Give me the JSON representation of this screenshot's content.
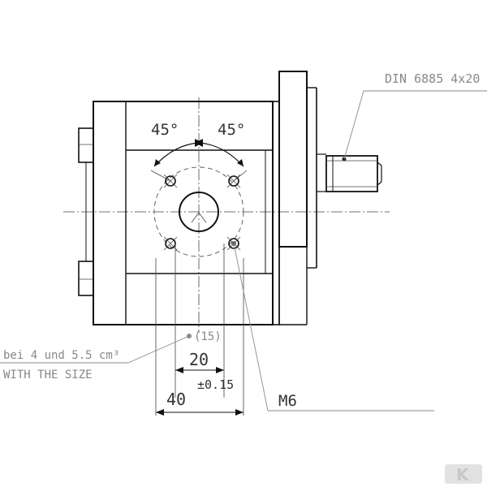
{
  "labels": {
    "angle_left": "45°",
    "angle_right": "45°",
    "key_spec": "DIN 6885 4x20",
    "size_note_line1": "bei 4 und 5.5 cm³",
    "size_note_line2": "WITH THE SIZE",
    "size_ref": "(15)",
    "dim_20": "20",
    "dim_tolerance": "±0.15",
    "dim_40": "40",
    "thread": "M6"
  },
  "logo": {
    "letter": "K"
  },
  "colors": {
    "line": "#111111",
    "text": "#333333",
    "leader": "#8a8a8a",
    "logo": "#d9d9d9"
  }
}
